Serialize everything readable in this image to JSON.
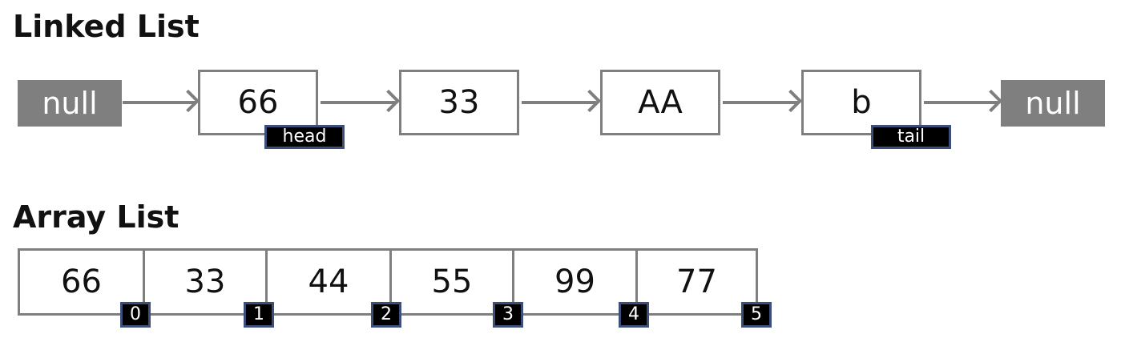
{
  "linked_list": {
    "title": "Linked List",
    "left_null": "null",
    "right_null": "null",
    "nodes": [
      {
        "value": "66"
      },
      {
        "value": "33"
      },
      {
        "value": "AA"
      },
      {
        "value": "b"
      }
    ],
    "head_label": "head",
    "tail_label": "tail"
  },
  "array_list": {
    "title": "Array List",
    "cells": [
      {
        "value": "66",
        "index": "0"
      },
      {
        "value": "33",
        "index": "1"
      },
      {
        "value": "44",
        "index": "2"
      },
      {
        "value": "55",
        "index": "3"
      },
      {
        "value": "99",
        "index": "4"
      },
      {
        "value": "77",
        "index": "5"
      }
    ]
  },
  "colors": {
    "node_border": "#7f7f7f",
    "null_fill": "#7f7f7f",
    "tag_fill": "#000000",
    "tag_border": "#3b4f7a"
  }
}
